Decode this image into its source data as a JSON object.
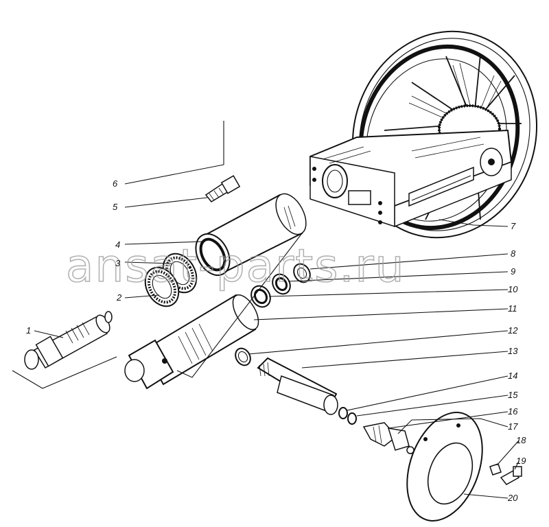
{
  "watermark": "ansat-parts.ru",
  "callouts": [
    "1",
    "2",
    "3",
    "4",
    "5",
    "6",
    "7",
    "8",
    "9",
    "10",
    "11",
    "12",
    "13",
    "14",
    "15",
    "16",
    "17",
    "18",
    "19",
    "20"
  ]
}
